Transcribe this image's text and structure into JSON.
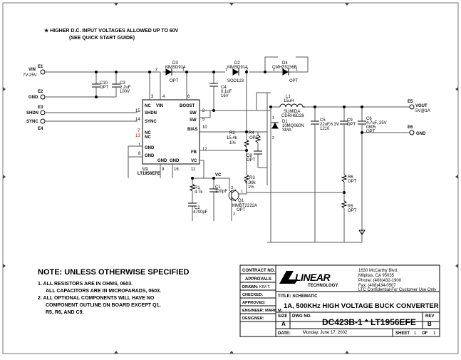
{
  "notes_top": {
    "line1": "★  HIGHER D.C. INPUT VOLTAGES ALLOWED UP TO 60V",
    "line2": "(SEE QUICK START GUIDE)"
  },
  "ports": {
    "vin": "VIN",
    "vin_range": "7V-25V",
    "e1": "E1",
    "gnd_in": "GND",
    "e2": "E2",
    "shdn": "SHDN",
    "e3": "E3",
    "sync": "SYNC",
    "e4": "E4",
    "vout": "VOUT",
    "vout_val": "5V@1A",
    "e5": "E5",
    "gnd_out": "GND",
    "e6": "E6"
  },
  "parts": {
    "c10": "C10",
    "c10_val": "OPT",
    "c3": "C3",
    "c3_val1": "2.2uF",
    "c3_val2": "100V",
    "d3": "D3",
    "d3_val": "MMSD914",
    "d3_opt": "OPT",
    "d2": "D2",
    "d2_val": "MMSD914",
    "d2_pkg": "SOD123",
    "d4": "D4",
    "d4_val": "CMHZ5236B",
    "d4_opt": "OPT",
    "c4": "C4",
    "c4_val1": "0.1uF",
    "c4_val2": "16V",
    "l1": "L1",
    "l1_val": "15uH",
    "l1_mfr": "SUMIDA",
    "l1_pn": "CDRH6D28",
    "d1": "D1",
    "d1_val": "10MQ060N",
    "d1_pkg": "SMA",
    "c5": "C5",
    "c5_val1": "22uF,6.3V",
    "c5_val2": "1210",
    "c9": "C9",
    "c9_val": "OPT",
    "c6": "C6",
    "c6_val1": "4.7uF, 25V",
    "c6_val2": "0805",
    "c6_opt": "OPT",
    "r2": "R2",
    "r2_val1": "15.4k",
    "r2_val2": "1%",
    "r4": "R4",
    "r4_val": "OPT",
    "c8": "C8",
    "c8_val": "OPT",
    "r3": "R3",
    "r3_val1": "4.99k",
    "r3_val2": "1%",
    "r6": "R6",
    "r6_val": "OPT",
    "r5": "R5",
    "r5_val": "OPT",
    "r1": "R1",
    "r1_val": "4.7k",
    "c1": "C1",
    "c1_val": "220pF",
    "c2": "C2",
    "c2_val": "4700pF",
    "q1": "Q1",
    "q1_val": "MMBT2222A",
    "q1_opt": "OPT",
    "vc_net": "VC"
  },
  "ic": {
    "ref": "U1",
    "part": "LT1956EFE",
    "pins_left": [
      "NC",
      "VIN",
      "SHDN",
      "SYNC",
      "NC",
      "NC",
      "GND",
      "GND"
    ],
    "pins_right": [
      "BOOST",
      "SW",
      "SW",
      "BIAS",
      "FB",
      "VC"
    ],
    "pins_bottom": [
      "GND",
      "GND"
    ],
    "pin_numbers": {
      "nc1": "3",
      "vin": "4",
      "boost": "6",
      "sw1": "2",
      "sw2": "5",
      "bias": "10",
      "shdn": "15",
      "sync": "14",
      "nc2": "7",
      "nc3": "13",
      "gnd1": "1",
      "gnd2": "8",
      "fb": "12",
      "gnd3": "9",
      "gnd4": "16",
      "vc": "11"
    }
  },
  "notes_bottom": {
    "title": "NOTE: UNLESS OTHERWISE SPECIFIED",
    "n1a": "1.  ALL RESISTORS ARE IN OHMS, 0603.",
    "n1b": "ALL CAPACITORS ARE IN MICROFARADS, 0603.",
    "n2a": "2.  ALL OPTIONAL COMPONENTS WILL HAVE NO",
    "n2b": "COMPONENT OUTLINE ON BOARD EXCEPT Q1,",
    "n2c": "R5, R6, AND C9."
  },
  "title_block": {
    "contract_no": "CONTRACT NO.",
    "approvals": "APPROVALS",
    "drawn": "DRAWN:",
    "drawn_by": "KIM T.",
    "checked": "CHECKED:",
    "approved": "APPROVED:",
    "engineer": "ENGINEER: MARK M.",
    "designer": "DESIGNER:",
    "logo": "LINEAR",
    "logo_sub": "TECHNOLOGY",
    "addr1": "1630 McCarthy Blvd.",
    "addr2": "Milpitas, CA 95035",
    "phone": "Phone: (408)432-1900",
    "fax": "Fax: (408)434-0507",
    "confidential": "LTC Confidential-For Customer Use Only",
    "title_label": "TITLE:  SCHEMATIC",
    "title": "1A, 500KHz HIGH VOLTAGE BUCK CONVERTER",
    "size_label": "SIZE",
    "size": "A",
    "dwg_label": "DWG NO.",
    "dwg_no": "DC423B-1 * LT1956EFE",
    "rev_label": "REV",
    "rev": "B",
    "date_label": "DATE:",
    "date": "Monday, June 17, 2002",
    "sheet": "SHEET",
    "sheet_num": "1",
    "of": "OF",
    "sheet_total": "1"
  },
  "colors": {
    "wire": "#555555",
    "ink": "#000000",
    "frame": "#7a7a7a",
    "marker_red": "#dd0000"
  }
}
